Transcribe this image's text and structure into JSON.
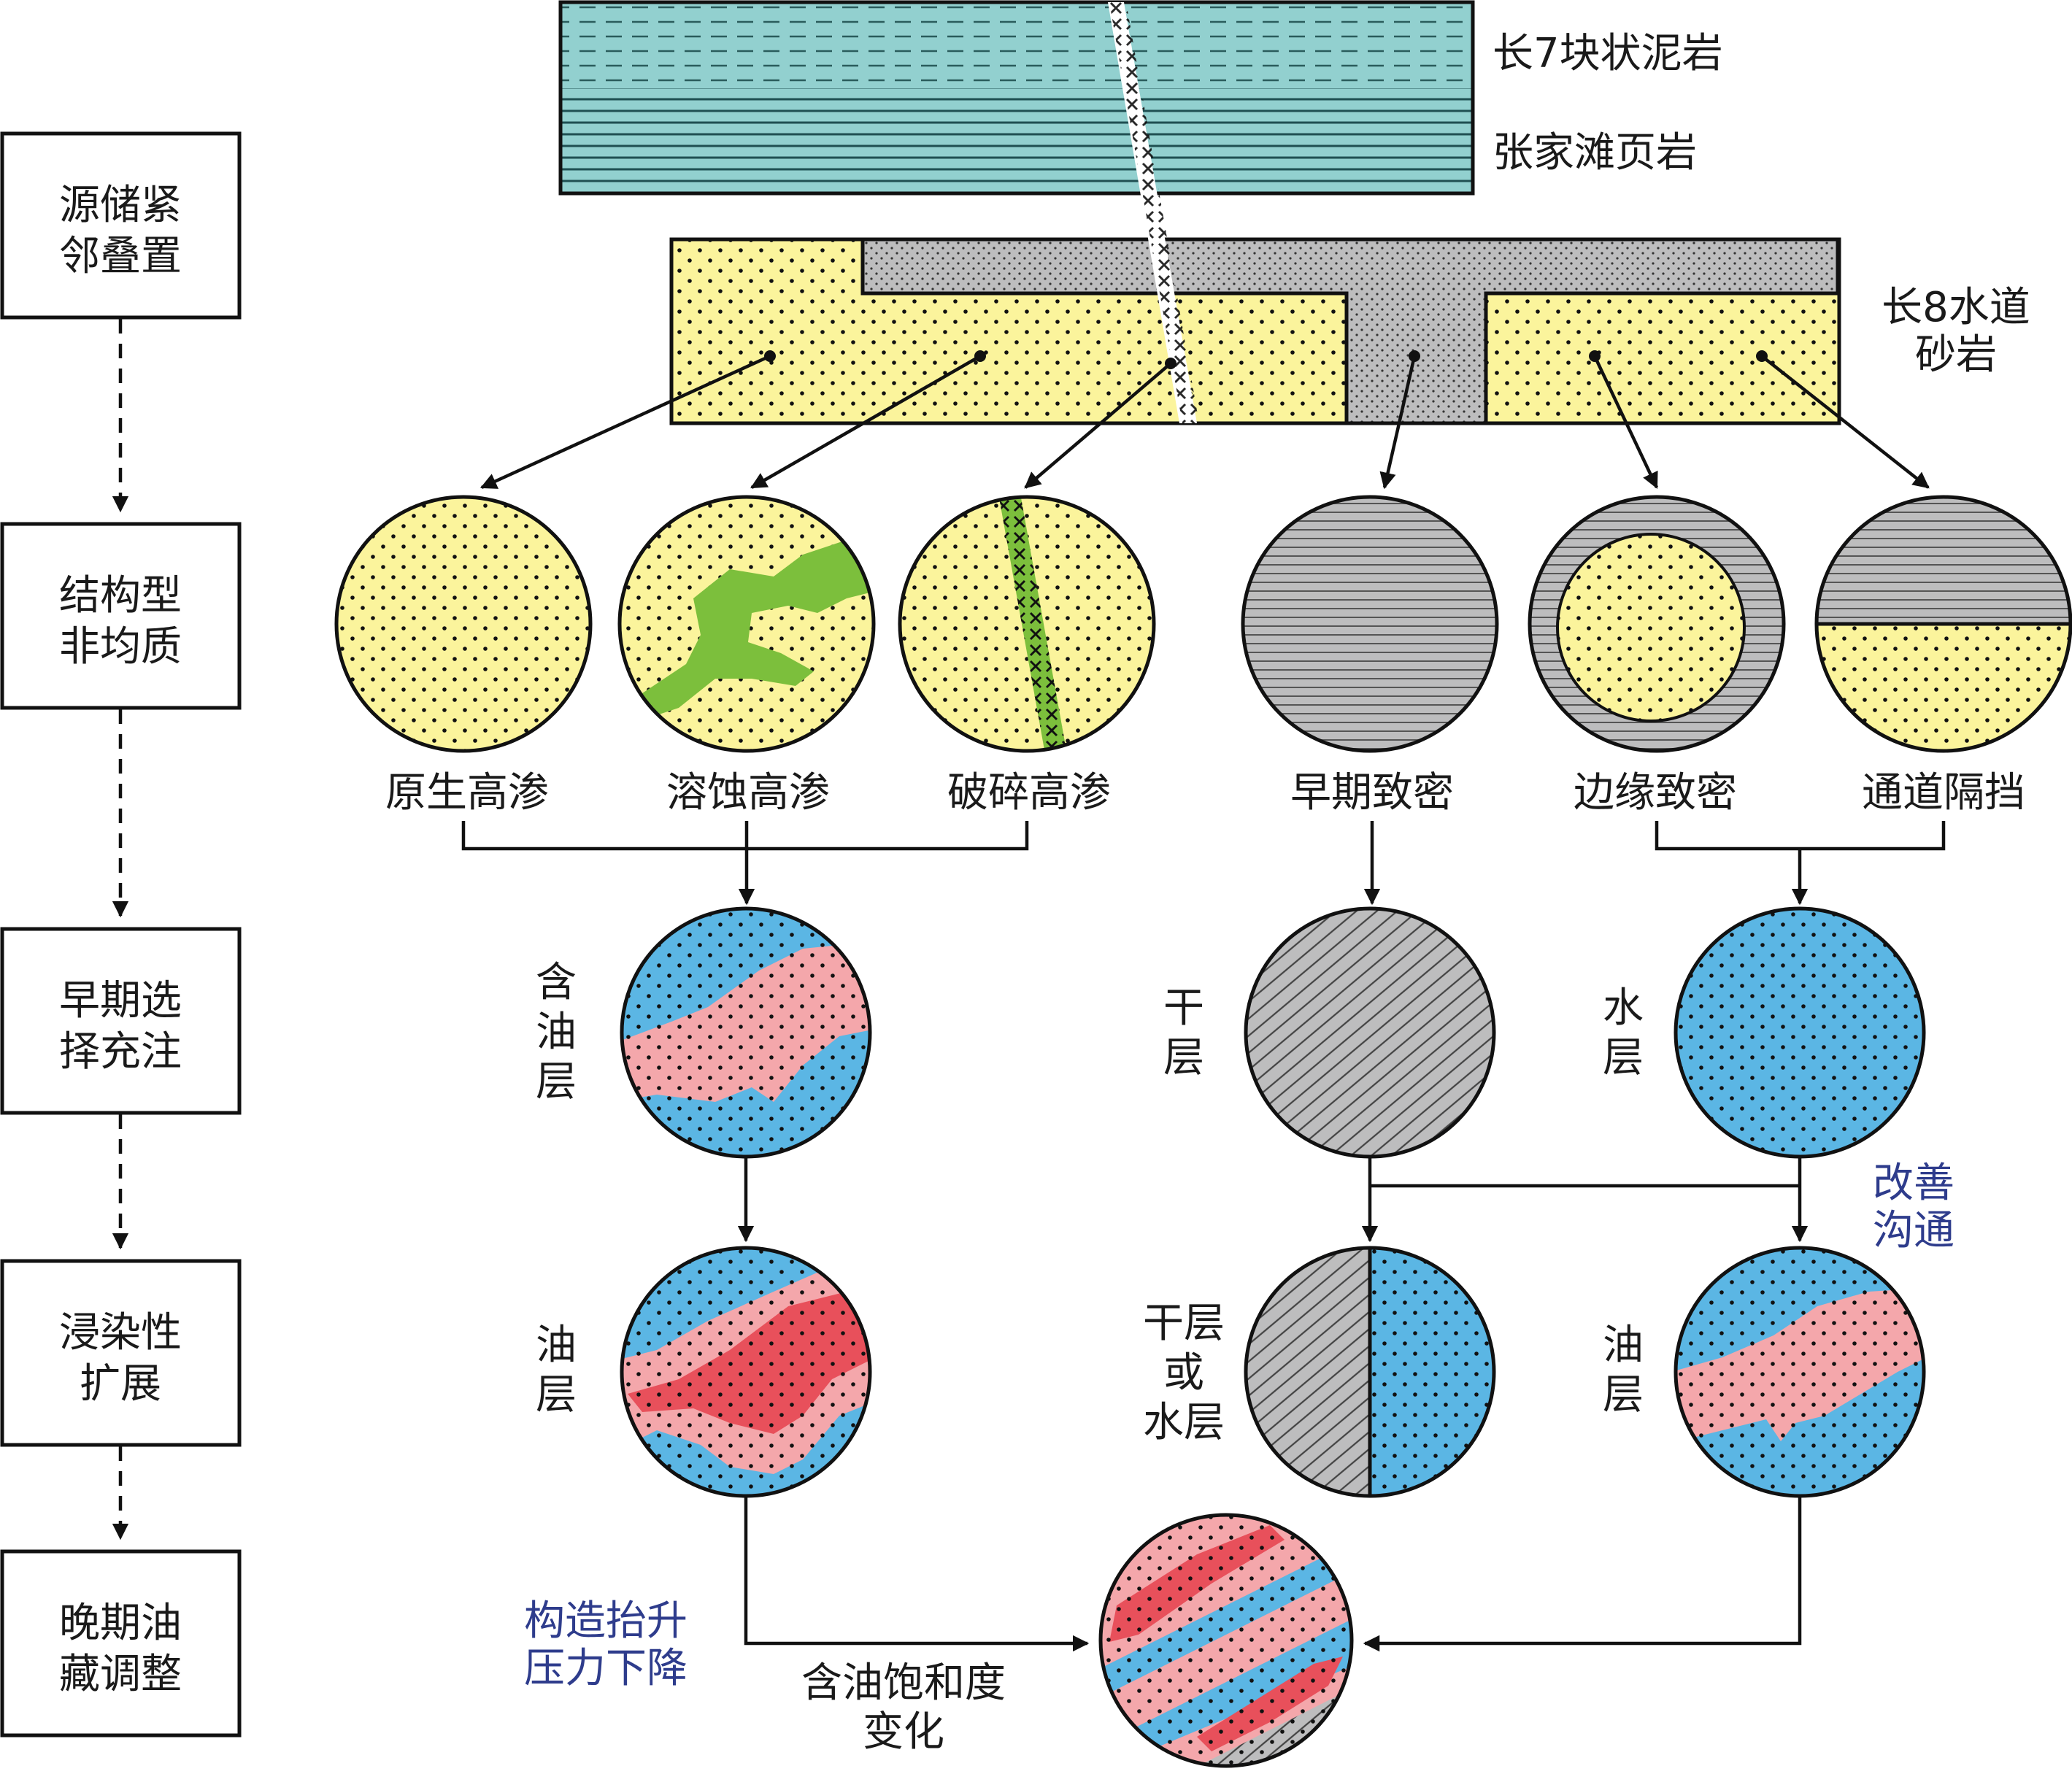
{
  "stages": [
    {
      "line1": "源储紧",
      "line2": "邻叠置"
    },
    {
      "line1": "结构型",
      "line2": "非均质"
    },
    {
      "line1": "早期选",
      "line2": "择充注"
    },
    {
      "line1": "浸染性",
      "line2": "扩展"
    },
    {
      "line1": "晚期油",
      "line2": "藏调整"
    }
  ],
  "strata": {
    "mudstone": "长7块状泥岩",
    "shale": "张家滩页岩",
    "sandstone_line1": "长8水道",
    "sandstone_line2": "砂岩"
  },
  "types": [
    "原生高渗",
    "溶蚀高渗",
    "破碎高渗",
    "早期致密",
    "边缘致密",
    "通道隔挡"
  ],
  "early_fill": {
    "oil_bearing": [
      "含",
      "油",
      "层"
    ],
    "dry": [
      "干",
      "层"
    ],
    "water": [
      "水",
      "层"
    ]
  },
  "expansion": {
    "oil_left": [
      "油",
      "层"
    ],
    "dry_or_water": [
      "干层",
      "或",
      "水层"
    ],
    "oil_right": [
      "油",
      "层"
    ],
    "improve_line1": "改善",
    "improve_line2": "沟通"
  },
  "late": {
    "uplift_line1": "构造抬升",
    "uplift_line2": "压力下降",
    "saturation_line1": "含油饱和度",
    "saturation_line2": "变化"
  },
  "colors": {
    "mudstone": "#92d0cf",
    "sandstone": "#fbf49c",
    "gray": "#bdbdbe",
    "solution": "#7cbf3c",
    "water": "#5bb6e4",
    "oil_light": "#f4a7ab",
    "oil_dark": "#e8505b",
    "annotation": "#2e3c8c"
  }
}
